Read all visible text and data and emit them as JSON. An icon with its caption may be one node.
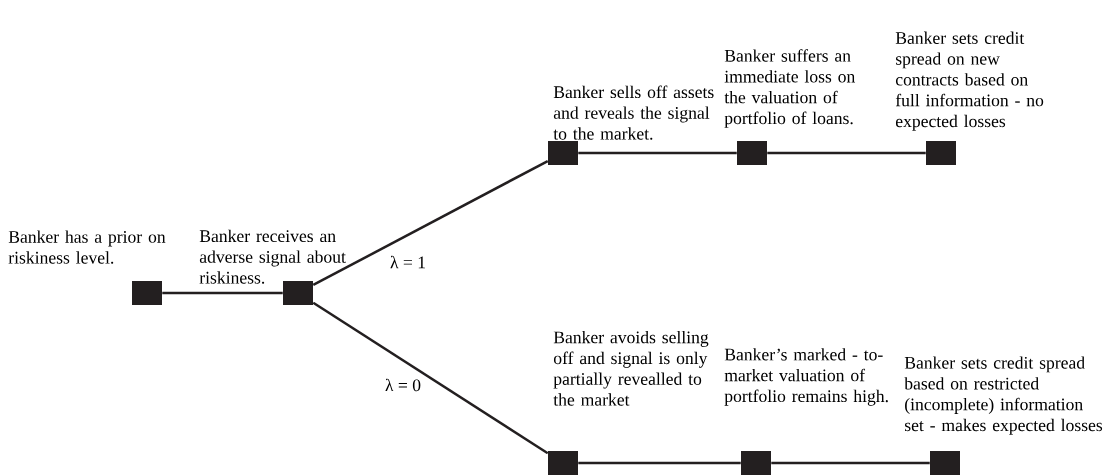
{
  "diagram": {
    "nodes": [
      {
        "text": [
          "Banker has a prior on riskiness level."
        ]
      },
      {
        "text": [
          "Banker receives an adverse signal about riskiness."
        ]
      },
      {
        "text": [
          "Banker sells off assets and reveals the signal to the market."
        ]
      },
      {
        "text": [
          "Banker suffers an immediate loss on the valuation of portfolio of loans."
        ]
      },
      {
        "text": [
          "Banker sets credit spread on new contracts based on full information - no expected losses"
        ]
      },
      {
        "text": [
          "Banker avoids selling off  and signal is only partially revealled to the market"
        ]
      },
      {
        "text": [
          "Banker’s marked - to-market valuation of portfolio remains high."
        ]
      },
      {
        "text": [
          "Banker sets credit spread based on restricted (incomplete) information set - makes expected losses"
        ]
      }
    ],
    "edges": [
      {
        "from": 0,
        "to": 1,
        "arrow": "none"
      },
      {
        "from": 1,
        "to": 2,
        "arrow": "none",
        "label": "λ = 1"
      },
      {
        "from": 1,
        "to": 5,
        "arrow": "none",
        "label": "λ = 0"
      },
      {
        "from": 2,
        "to": 3,
        "arrow": "none"
      },
      {
        "from": 3,
        "to": 4,
        "arrow": "none"
      },
      {
        "from": 5,
        "to": 6,
        "arrow": "none"
      },
      {
        "from": 6,
        "to": 7,
        "arrow": "none"
      }
    ]
  }
}
